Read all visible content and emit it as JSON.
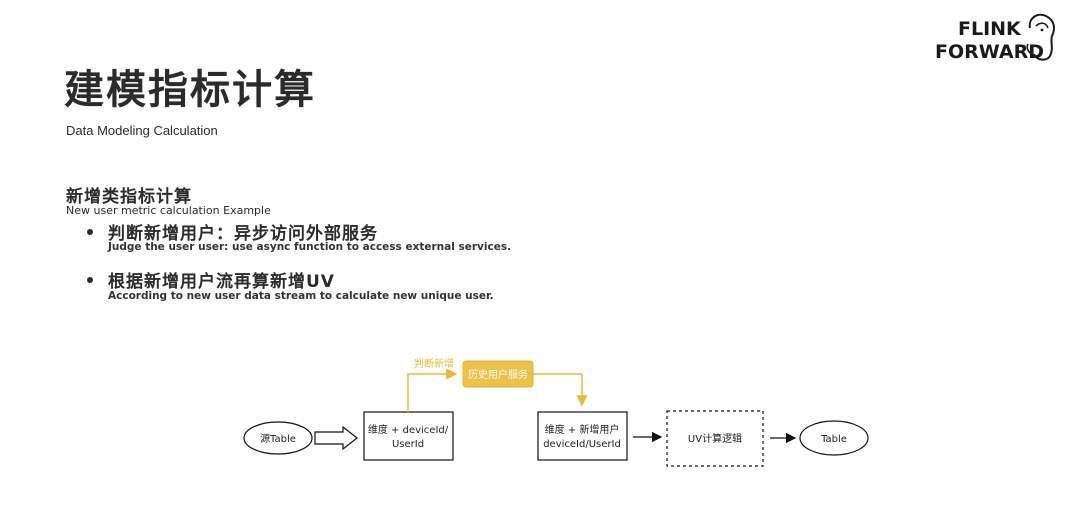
{
  "logo": {
    "line1": "FLINK",
    "line2": "FORWARD",
    "icon": "squirrel-logo-icon"
  },
  "header": {
    "title": "建模指标计算",
    "subtitle": "Data Modeling Calculation"
  },
  "section": {
    "title": "新增类指标计算",
    "subtitle": "New user metric calculation Example"
  },
  "bullets": [
    {
      "title": "判断新增用户：异步访问外部服务",
      "subtitle": "Judge the user user: use async function to access external services."
    },
    {
      "title": "根据新增用户流再算新增UV",
      "subtitle": "According to new user data stream to calculate new unique user."
    }
  ],
  "diagram": {
    "source": "源Table",
    "dim_box": [
      "维度 + deviceId/",
      "UserId"
    ],
    "branch_label": "判断新增",
    "service": "历史用户服务",
    "new_box": [
      "维度 + 新增用户",
      "deviceId/UserId"
    ],
    "uv_box": "UV计算逻辑",
    "sink": "Table",
    "colors": {
      "service_fill": "#ECC24A",
      "branch_line": "#E8B838",
      "branch_label": "#E8B838"
    }
  }
}
